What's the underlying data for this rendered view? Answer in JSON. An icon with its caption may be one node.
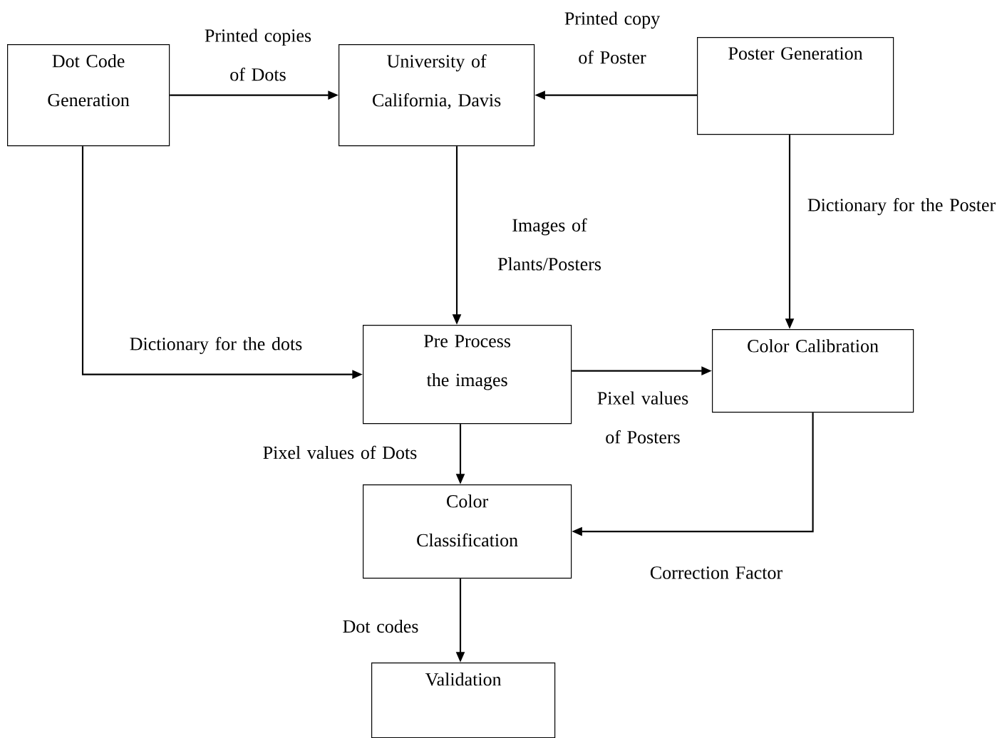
{
  "diagram": {
    "nodes": [
      {
        "text": [
          "Dot Code Generation"
        ]
      },
      {
        "text": [
          "University of California, Davis"
        ]
      },
      {
        "text": [
          "Poster Generation"
        ]
      },
      {
        "text": [
          "Pre Process the images"
        ]
      },
      {
        "text": [
          "Color Calibration"
        ]
      },
      {
        "text": [
          "Color Classification"
        ]
      },
      {
        "text": [
          "Validation"
        ]
      }
    ],
    "edges": [
      {
        "from": 0,
        "to": 1,
        "arrow": "to",
        "label": "Printed copies of Dots"
      },
      {
        "from": 2,
        "to": 1,
        "arrow": "to",
        "label": "Printed copy of Poster"
      },
      {
        "from": 1,
        "to": 3,
        "arrow": "to",
        "label": "Images of Plants/Posters"
      },
      {
        "from": 2,
        "to": 4,
        "arrow": "to",
        "label": "Dictionary for the Poster"
      },
      {
        "from": 0,
        "to": 3,
        "arrow": "to",
        "label": "Dictionary for the dots"
      },
      {
        "from": 3,
        "to": 4,
        "arrow": "to",
        "label": "Pixel values of Posters"
      },
      {
        "from": 3,
        "to": 5,
        "arrow": "to",
        "label": "Pixel values of Dots"
      },
      {
        "from": 4,
        "to": 5,
        "arrow": "to",
        "label": "Correction Factor"
      },
      {
        "from": 5,
        "to": 6,
        "arrow": "to",
        "label": "Dot codes"
      }
    ]
  }
}
